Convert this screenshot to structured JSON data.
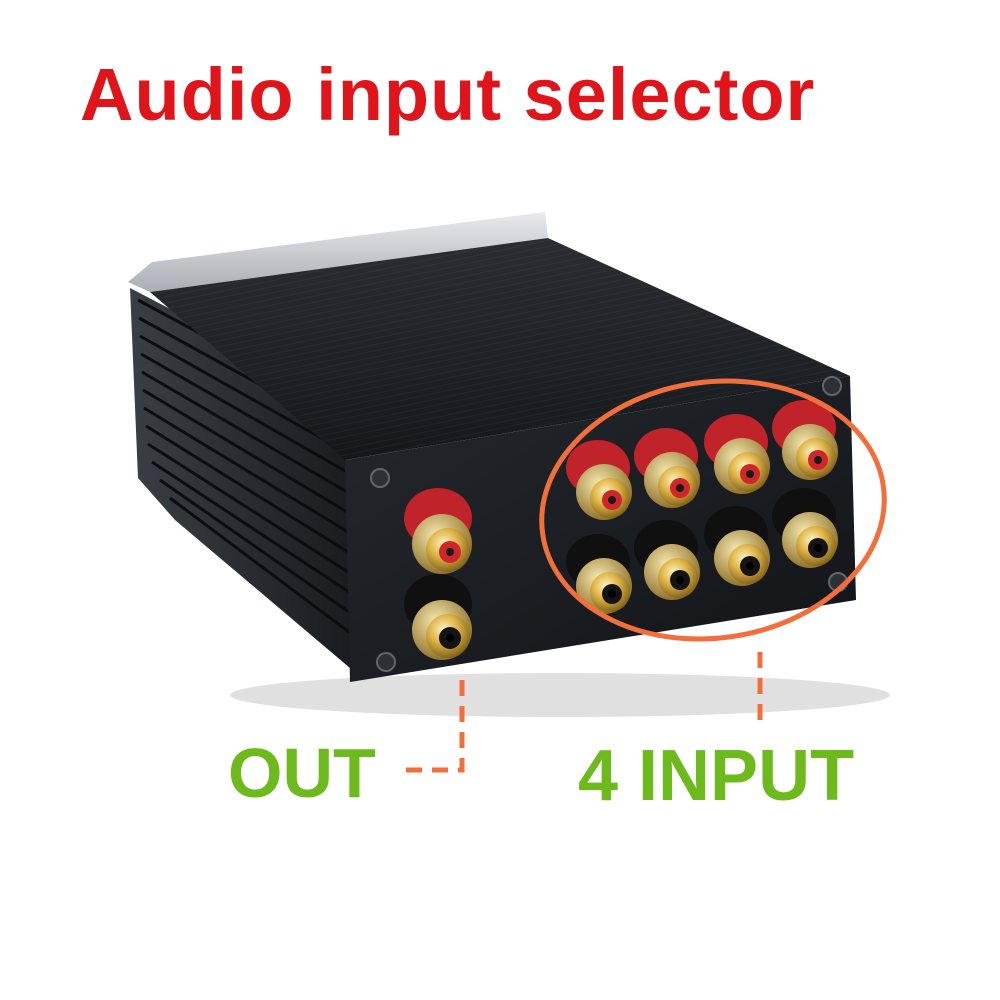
{
  "title": "Audio input selector",
  "labels": {
    "output": "OUT",
    "inputs": "4 INPUT"
  },
  "colors": {
    "title": "#e0141b",
    "labels": "#6dba1c",
    "annotation": "#f26f3b",
    "chassis": "#1c1f23",
    "connector_gold": "#d8b347",
    "insulator_red": "#d0262b",
    "insulator_black": "#141414"
  },
  "product": {
    "output_jacks": 2,
    "input_jacks": 8,
    "input_ring_colors": [
      "red",
      "black"
    ]
  }
}
